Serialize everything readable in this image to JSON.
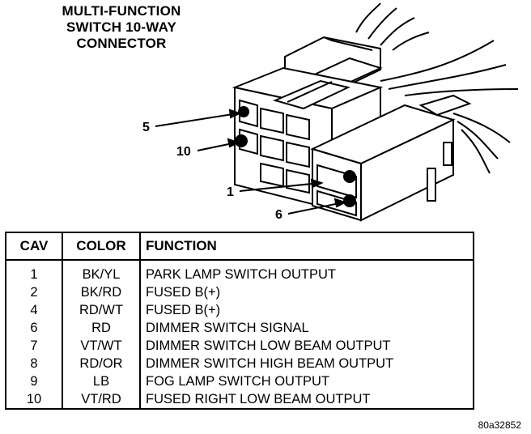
{
  "title": [
    "MULTI-FUNCTION",
    "SWITCH 10-WAY",
    "CONNECTOR"
  ],
  "pin_callouts": [
    "5",
    "10",
    "1",
    "6"
  ],
  "table": {
    "headers": [
      "CAV",
      "COLOR",
      "FUNCTION"
    ],
    "rows": [
      {
        "cav": "1",
        "color": "BK/YL",
        "function": "PARK LAMP SWITCH OUTPUT"
      },
      {
        "cav": "2",
        "color": "BK/RD",
        "function": "FUSED B(+)"
      },
      {
        "cav": "4",
        "color": "RD/WT",
        "function": "FUSED B(+)"
      },
      {
        "cav": "6",
        "color": "RD",
        "function": "DIMMER SWITCH SIGNAL"
      },
      {
        "cav": "7",
        "color": "VT/WT",
        "function": "DIMMER SWITCH LOW BEAM OUTPUT"
      },
      {
        "cav": "8",
        "color": "RD/OR",
        "function": "DIMMER SWITCH HIGH BEAM OUTPUT"
      },
      {
        "cav": "9",
        "color": "LB",
        "function": "FOG LAMP SWITCH OUTPUT"
      },
      {
        "cav": "10",
        "color": "VT/RD",
        "function": "FUSED RIGHT LOW BEAM OUTPUT"
      }
    ]
  },
  "figure_id": "80a32852"
}
